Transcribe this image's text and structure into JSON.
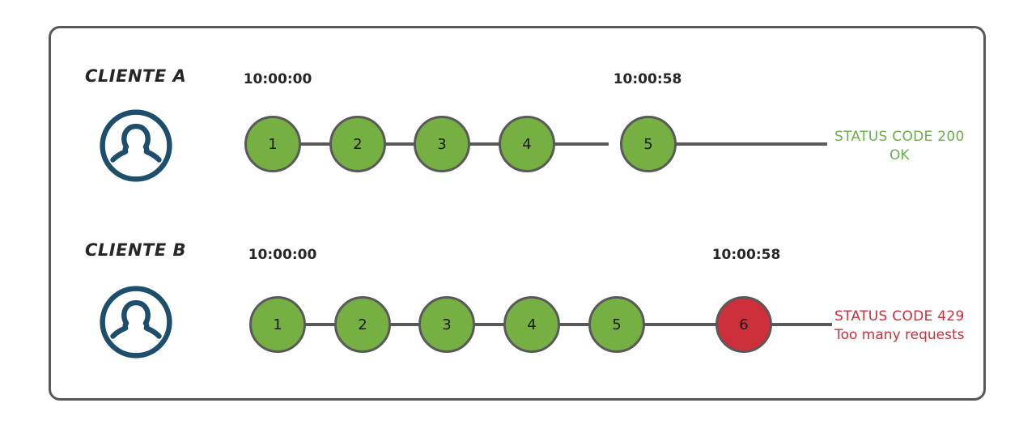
{
  "diagram": {
    "title_absent": true,
    "frame": {
      "border_color": "#58585a"
    },
    "colors": {
      "green": "#76b043",
      "red": "#cc2e3a",
      "node_border": "#595959",
      "connector": "#595959",
      "avatar": "#1d4e6b",
      "text": "#262626",
      "status_ok": "#6ab04a",
      "status_error": "#cc2e3a"
    },
    "rows": [
      {
        "id": "cliente-a",
        "label": "CLIENTE A",
        "avatar_icon": "user-avatar-icon",
        "start_time": "10:00:00",
        "end_time": "10:00:58",
        "nodes": [
          {
            "number": "1",
            "state": "green"
          },
          {
            "number": "2",
            "state": "green"
          },
          {
            "number": "3",
            "state": "green"
          },
          {
            "number": "4",
            "state": "green"
          },
          {
            "number": "5",
            "state": "green"
          }
        ],
        "status": {
          "line1": "STATUS CODE 200",
          "line2": "OK",
          "state": "ok"
        }
      },
      {
        "id": "cliente-b",
        "label": "CLIENTE B",
        "avatar_icon": "user-avatar-icon",
        "start_time": "10:00:00",
        "end_time": "10:00:58",
        "nodes": [
          {
            "number": "1",
            "state": "green"
          },
          {
            "number": "2",
            "state": "green"
          },
          {
            "number": "3",
            "state": "green"
          },
          {
            "number": "4",
            "state": "green"
          },
          {
            "number": "5",
            "state": "green"
          },
          {
            "number": "6",
            "state": "red"
          }
        ],
        "status": {
          "line1": "STATUS CODE 429",
          "line2": "Too many requests",
          "state": "error"
        }
      }
    ]
  }
}
